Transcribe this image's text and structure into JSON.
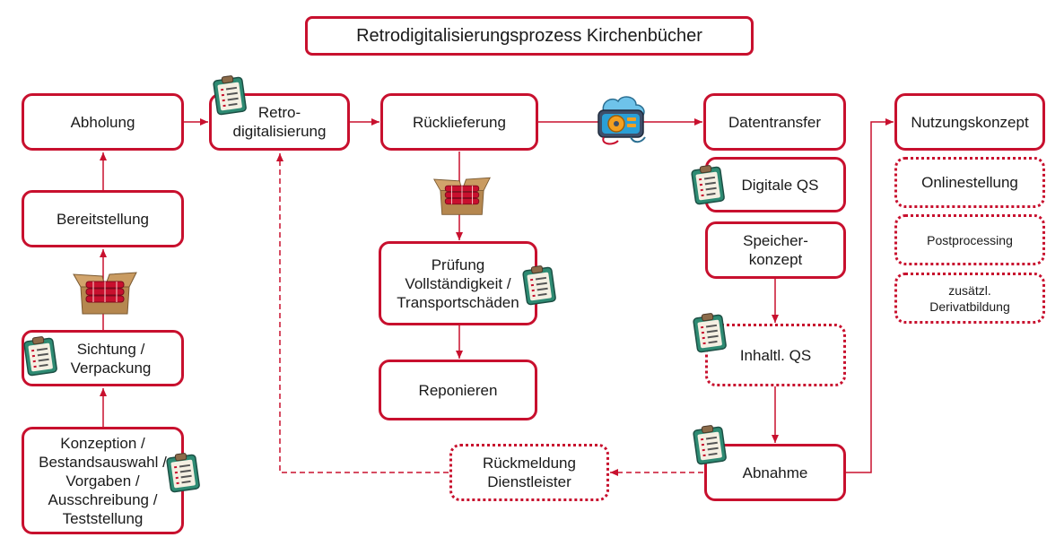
{
  "title": "Retrodigitalisierungsprozess Kirchenbücher",
  "colors": {
    "accent": "#c8102e",
    "clipboard": "#2e8b73",
    "box_icon": "#b5874f"
  },
  "nodes": {
    "abholung": "Abholung",
    "retro": "Retro-\ndigitalisierung",
    "ruecklieferung": "Rücklieferung",
    "datentransfer": "Datentransfer",
    "nutzungskonzept": "Nutzungskonzept",
    "bereitstellung": "Bereitstellung",
    "sichtung": "Sichtung /\nVerpackung",
    "konzeption": "Konzeption /\nBestandsauswahl /\nVorgaben /\nAusschreibung /\nTeststellung",
    "pruefung": "Prüfung\nVollständigkeit /\nTransportschäden",
    "reponieren": "Reponieren",
    "digitale_qs": "Digitale QS",
    "speicherkonzept": "Speicher-\nkonzept",
    "inhaltl_qs": "Inhaltl. QS",
    "abnahme": "Abnahme",
    "rueckmeldung": "Rückmeldung\nDienstleister",
    "onlinestellung": "Onlinestellung",
    "postprocessing": "Postprocessing",
    "derivatbildung": "zusätzl.\nDerivatbildung"
  },
  "icons": [
    "clipboard-icon",
    "package-icon",
    "hard-drive-icon"
  ]
}
